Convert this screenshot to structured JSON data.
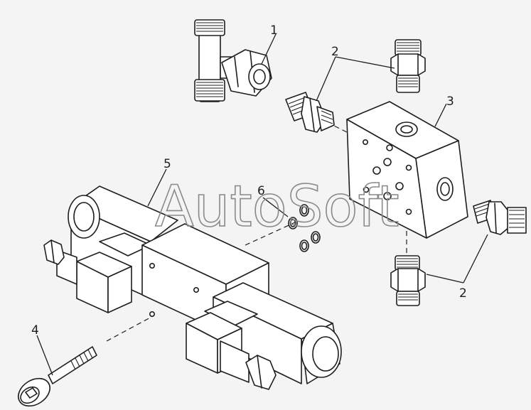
{
  "watermark": {
    "text": "AutoSoft"
  },
  "callouts": [
    {
      "id": 1,
      "label": "1"
    },
    {
      "id": 2,
      "label": "2"
    },
    {
      "id": 3,
      "label": "3"
    },
    {
      "id": 4,
      "label": "4"
    },
    {
      "id": 5,
      "label": "5"
    },
    {
      "id": 6,
      "label": "6"
    },
    {
      "id": 7,
      "label": "2"
    }
  ]
}
